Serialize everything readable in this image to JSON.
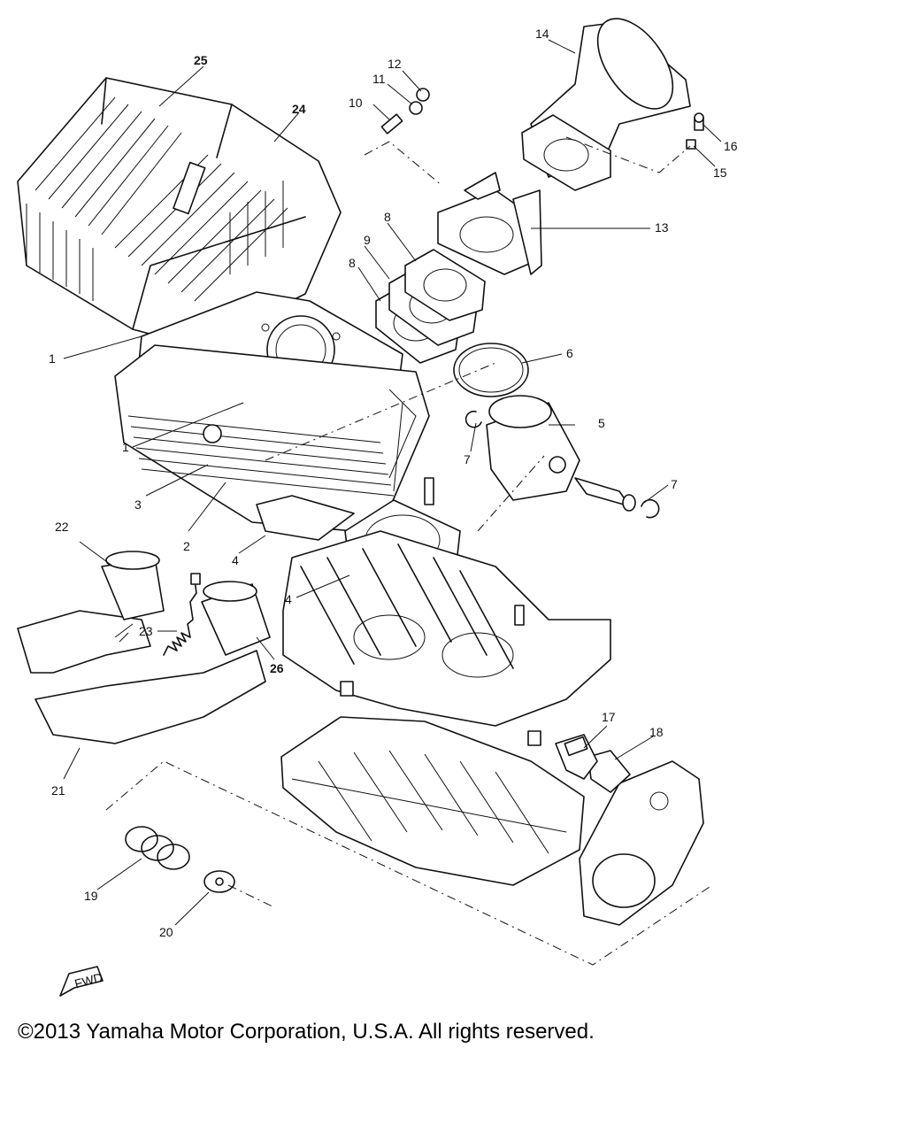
{
  "diagram": {
    "part_labels": [
      {
        "id": "p1a",
        "text": "1"
      },
      {
        "id": "p1b",
        "text": "1"
      },
      {
        "id": "p2",
        "text": "2"
      },
      {
        "id": "p3",
        "text": "3"
      },
      {
        "id": "p4a",
        "text": "4"
      },
      {
        "id": "p4b",
        "text": "4"
      },
      {
        "id": "p5",
        "text": "5"
      },
      {
        "id": "p6",
        "text": "6"
      },
      {
        "id": "p7a",
        "text": "7"
      },
      {
        "id": "p7b",
        "text": "7"
      },
      {
        "id": "p8a",
        "text": "8"
      },
      {
        "id": "p8b",
        "text": "8"
      },
      {
        "id": "p9",
        "text": "9"
      },
      {
        "id": "p10",
        "text": "10"
      },
      {
        "id": "p11",
        "text": "11"
      },
      {
        "id": "p12",
        "text": "12"
      },
      {
        "id": "p13",
        "text": "13"
      },
      {
        "id": "p14",
        "text": "14"
      },
      {
        "id": "p15",
        "text": "15"
      },
      {
        "id": "p16",
        "text": "16"
      },
      {
        "id": "p17",
        "text": "17"
      },
      {
        "id": "p18",
        "text": "18"
      },
      {
        "id": "p19",
        "text": "19"
      },
      {
        "id": "p20",
        "text": "20"
      },
      {
        "id": "p21",
        "text": "21"
      },
      {
        "id": "p22",
        "text": "22"
      },
      {
        "id": "p23",
        "text": "23"
      },
      {
        "id": "p24",
        "text": "24"
      },
      {
        "id": "p25",
        "text": "25"
      },
      {
        "id": "p26",
        "text": "26"
      }
    ],
    "fwd_mark": "FWD"
  },
  "footer": {
    "copyright": "©2013 Yamaha Motor Corporation, U.S.A. All rights reserved."
  }
}
